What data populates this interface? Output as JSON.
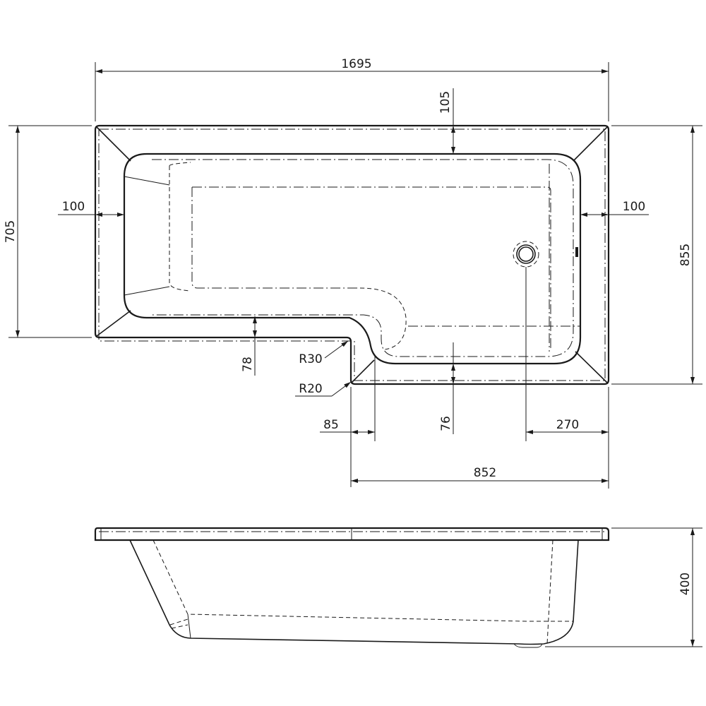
{
  "drawing": {
    "title": "L-shaped shower bath technical drawing",
    "views": [
      "plan",
      "side-elevation"
    ],
    "units": "mm"
  },
  "dimensions": {
    "overall_length": "1695",
    "overall_width_left": "705",
    "overall_width_right": "855",
    "rim_top": "105",
    "rim_left": "100",
    "rim_right": "100",
    "rim_bottom_left": "78",
    "rim_bottom_right": "76",
    "radius_inner": "R30",
    "radius_outer": "R20",
    "step_offset": "85",
    "drain_offset": "270",
    "extension_width": "852",
    "depth": "400"
  },
  "colors": {
    "line": "#1a1a1a",
    "background": "#ffffff"
  }
}
